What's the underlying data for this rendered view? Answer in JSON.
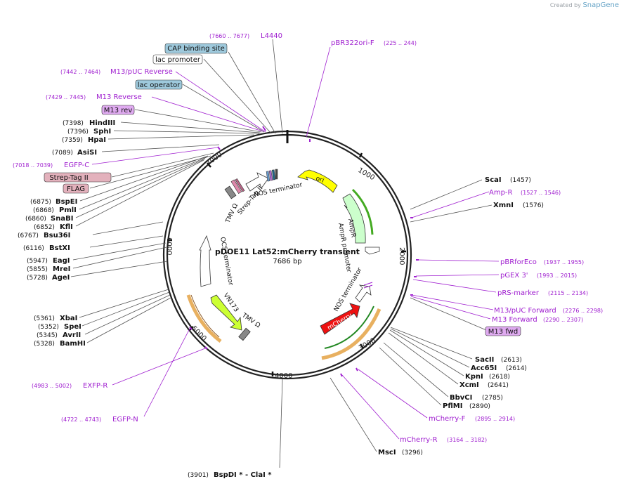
{
  "branding": {
    "created_by": "Created by",
    "product": "SnapGene"
  },
  "plasmid": {
    "name": "pDOE11 Lat52:mCherry transient",
    "length": "7686 bp"
  },
  "ticks": [
    "1000",
    "2000",
    "3000",
    "4000",
    "5000",
    "6000",
    "7000"
  ],
  "features": [
    {
      "id": "ori",
      "label": "ori",
      "fill": "#ffff00"
    },
    {
      "id": "ampr",
      "label": "AmpR",
      "fill": "#ccffcc"
    },
    {
      "id": "ampr-promoter",
      "label": "AmpR promoter",
      "fill": "#ffffff"
    },
    {
      "id": "mcherry",
      "label": "mCherry",
      "fill": "#ee1111"
    },
    {
      "id": "nos-term-1",
      "label": "NOS terminator",
      "fill": "#ffffff"
    },
    {
      "id": "tmv-omega-1",
      "label": "TMV Ω",
      "fill": "#888888"
    },
    {
      "id": "vn173",
      "label": "VN173",
      "fill": "#ccff33"
    },
    {
      "id": "ocs-terminator",
      "label": "OCS terminator",
      "fill": "#ffffff"
    },
    {
      "id": "tmv-omega-2",
      "label": "TMV Ω",
      "fill": "#888888"
    },
    {
      "id": "strep-tag",
      "label": "Strep-Tag II",
      "fill": "#dd88aa"
    },
    {
      "id": "nos-term-2",
      "label": "NOS terminator",
      "fill": "#ffffff"
    }
  ],
  "annotations": [
    {
      "text": "CAP binding site",
      "style": "box-blue"
    },
    {
      "text": "lac promoter",
      "style": "box-white"
    },
    {
      "text": "lac operator",
      "style": "box-blue"
    },
    {
      "text": "M13 rev",
      "style": "box-purple"
    },
    {
      "text": "Strep-Tag II",
      "style": "box-pink"
    },
    {
      "text": "FLAG",
      "style": "box-pink"
    },
    {
      "text": "M13 fwd",
      "style": "box-purple"
    },
    {
      "text": "(7660 .. 7677)",
      "name": "L4440",
      "style": "primer"
    },
    {
      "text": "pBR322ori-F",
      "name": "(225 .. 244)",
      "style": "primer"
    },
    {
      "text": "(7442 .. 7464)",
      "name": "M13/pUC Reverse",
      "style": "primer"
    },
    {
      "text": "(7429 .. 7445)",
      "name": "M13 Reverse",
      "style": "primer"
    },
    {
      "text": "(7018 .. 7039)",
      "name": "EGFP-C",
      "style": "primer"
    },
    {
      "text": "Amp-R",
      "name": "(1527 .. 1546)",
      "style": "primer"
    },
    {
      "text": "pBRforEco",
      "name": "(1937 .. 1955)",
      "style": "primer"
    },
    {
      "text": "pGEX 3'",
      "name": "(1993 .. 2015)",
      "style": "primer"
    },
    {
      "text": "pRS-marker",
      "name": "(2115 .. 2134)",
      "style": "primer"
    },
    {
      "text": "M13/pUC Forward",
      "name": "(2276 .. 2298)",
      "style": "primer"
    },
    {
      "text": "M13 Forward",
      "name": "(2290 .. 2307)",
      "style": "primer"
    },
    {
      "text": "mCherry-F",
      "name": "(2895 .. 2914)",
      "style": "primer"
    },
    {
      "text": "mCherry-R",
      "name": "(3164 .. 3182)",
      "style": "primer"
    },
    {
      "text": "(4983 .. 5002)",
      "name": "EXFP-R",
      "style": "primer"
    },
    {
      "text": "(4722 .. 4743)",
      "name": "EGFP-N",
      "style": "primer"
    },
    {
      "text": "(7398)",
      "name": "HindIII",
      "style": "site"
    },
    {
      "text": "(7396)",
      "name": "SphI",
      "style": "site"
    },
    {
      "text": "(7359)",
      "name": "HpaI",
      "style": "site"
    },
    {
      "text": "(7089)",
      "name": "AsiSI",
      "style": "site"
    },
    {
      "text": "(6875)",
      "name": "BspEI",
      "style": "site"
    },
    {
      "text": "(6868)",
      "name": "PmlI",
      "style": "site"
    },
    {
      "text": "(6860)",
      "name": "SnaBI",
      "style": "site"
    },
    {
      "text": "(6852)",
      "name": "KflI",
      "style": "site"
    },
    {
      "text": "(6767)",
      "name": "Bsu36I",
      "style": "site"
    },
    {
      "text": "(6116)",
      "name": "BstXI",
      "style": "site"
    },
    {
      "text": "(5947)",
      "name": "EagI",
      "style": "site"
    },
    {
      "text": "(5855)",
      "name": "MreI",
      "style": "site"
    },
    {
      "text": "(5728)",
      "name": "AgeI",
      "style": "site"
    },
    {
      "text": "(5361)",
      "name": "XbaI",
      "style": "site"
    },
    {
      "text": "(5352)",
      "name": "SpeI",
      "style": "site"
    },
    {
      "text": "(5345)",
      "name": "AvrII",
      "style": "site"
    },
    {
      "text": "(5328)",
      "name": "BamHI",
      "style": "site"
    },
    {
      "text": "ScaI",
      "name": "(1457)",
      "style": "site"
    },
    {
      "text": "XmnI",
      "name": "(1576)",
      "style": "site"
    },
    {
      "text": "SacII",
      "name": "(2613)",
      "style": "site"
    },
    {
      "text": "Acc65I",
      "name": "(2614)",
      "style": "site"
    },
    {
      "text": "KpnI",
      "name": "(2618)",
      "style": "site"
    },
    {
      "text": "XcmI",
      "name": "(2641)",
      "style": "site"
    },
    {
      "text": "BbvCI",
      "name": "(2785)",
      "style": "site"
    },
    {
      "text": "PflMI",
      "name": "(2890)",
      "style": "site"
    },
    {
      "text": "MscI",
      "name": "(3296)",
      "style": "site"
    },
    {
      "text": "(3901)",
      "name": "BspDI *  - ClaI *",
      "style": "site"
    }
  ],
  "colors": {
    "primer": "#a020d0",
    "backbone": "#222222",
    "leader": "#555555"
  }
}
